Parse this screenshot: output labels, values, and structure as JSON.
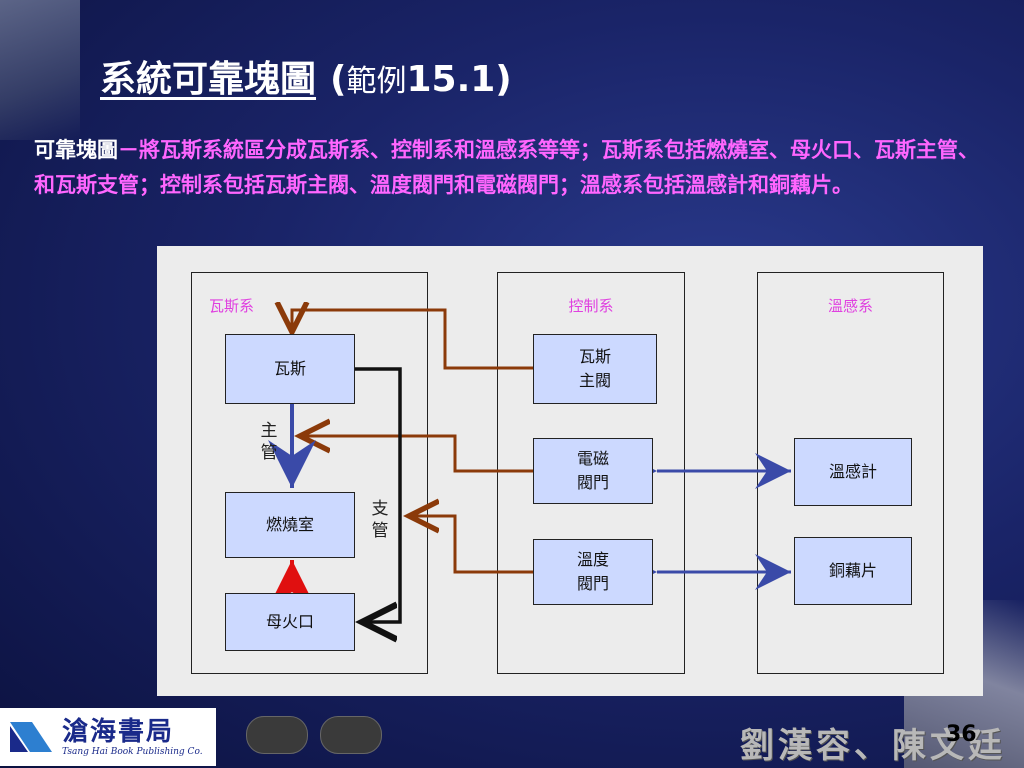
{
  "slide": {
    "title_main": "系統可靠塊圖",
    "title_paren_open": "(",
    "title_example": "範例",
    "title_num": "15.1)",
    "desc_lead": "可靠塊圖",
    "desc_body": "－將瓦斯系統區分成瓦斯系、控制系和溫感系等等；瓦斯系包括燃燒室、母火口、瓦斯主管、和瓦斯支管；控制系包括瓦斯主閥、溫度閥門和電磁閥門；溫感系包括溫感計和銅藕片。"
  },
  "diagram": {
    "groups": {
      "gas": "瓦斯系",
      "control": "控制系",
      "temp": "溫感系"
    },
    "boxes": {
      "gas": "瓦斯",
      "combustion": "燃燒室",
      "pilot": "母火口",
      "main_valve": "瓦斯\n主閥",
      "solenoid": "電磁\n閥門",
      "temp_valve": "溫度\n閥門",
      "thermometer": "溫感計",
      "copper": "銅藕片"
    },
    "pipe_labels": {
      "main": "主\n管",
      "branch": "支\n管"
    },
    "colors": {
      "brown": "#8b3a0a",
      "blue": "#3a4aa8",
      "red": "#e01010",
      "group_label": "#e040e0",
      "box_fill": "#ccd9ff"
    }
  },
  "footer": {
    "publisher_cn": "滄海書局",
    "publisher_en": "Tsang Hai Book Publishing Co.",
    "authors": "劉漢容、陳文廷",
    "page_number": "36"
  }
}
